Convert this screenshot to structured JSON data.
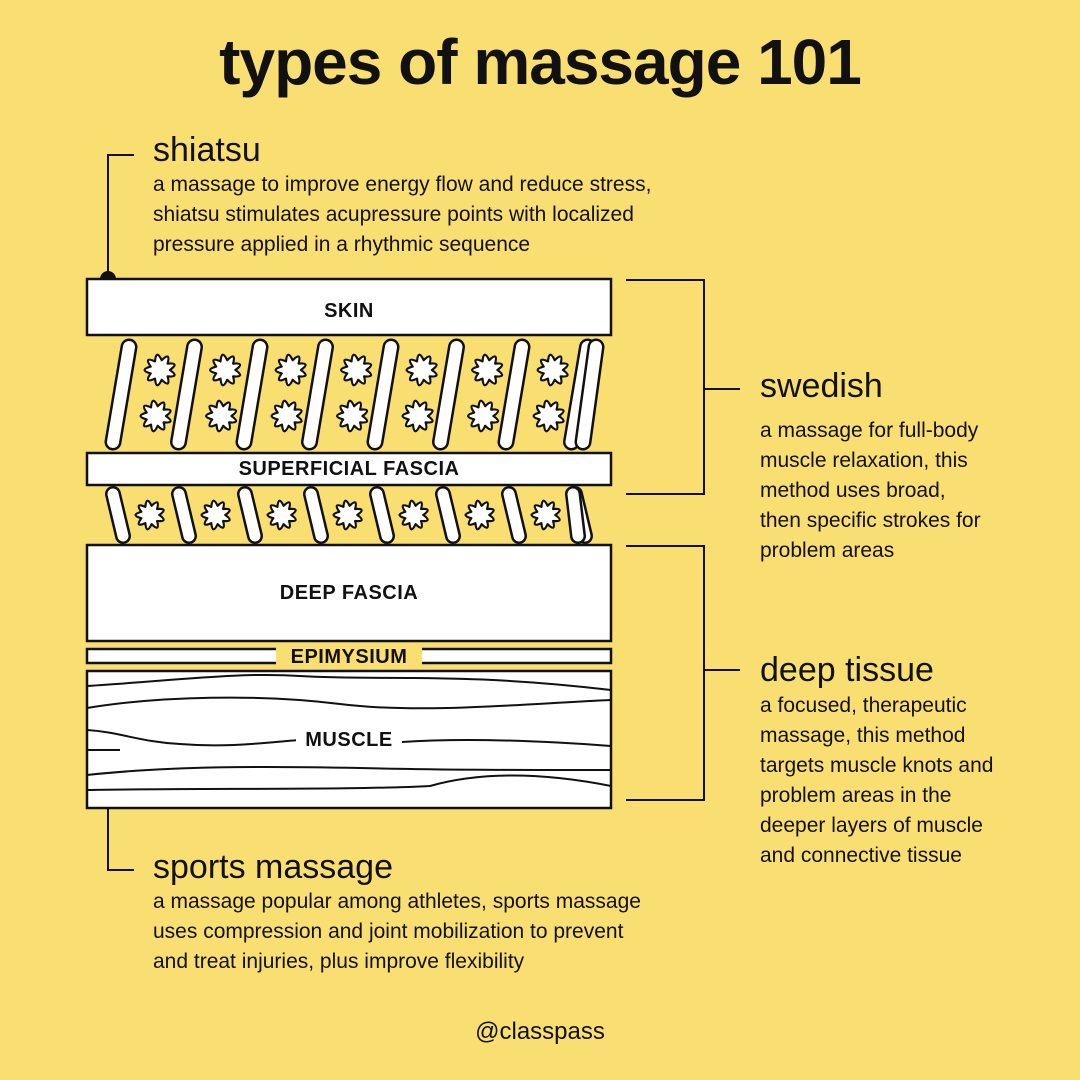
{
  "title": "types of massage 101",
  "handle": "@classpass",
  "colors": {
    "background": "#f9de72",
    "ink": "#111111",
    "fill": "#ffffff"
  },
  "layers": {
    "skin": "SKIN",
    "superficial_fascia": "SUPERFICIAL FASCIA",
    "deep_fascia": "DEEP FASCIA",
    "epimysium": "EPIMYSIUM",
    "muscle": "MUSCLE"
  },
  "types": {
    "shiatsu": {
      "heading": "shiatsu",
      "lines": [
        "a massage to improve energy flow and reduce stress,",
        "shiatsu stimulates acupressure points with localized",
        "pressure applied in a rhythmic sequence"
      ]
    },
    "swedish": {
      "heading": "swedish",
      "lines": [
        "a massage for full-body",
        "muscle relaxation, this",
        "method uses broad,",
        "then specific strokes for",
        "problem areas"
      ]
    },
    "deep_tissue": {
      "heading": "deep tissue",
      "lines": [
        "a focused, therapeutic",
        "massage, this method",
        "targets muscle knots and",
        "problem areas in the",
        "deeper layers of muscle",
        "and connective tissue"
      ]
    },
    "sports": {
      "heading": "sports massage",
      "lines": [
        "a massage popular among athletes, sports massage",
        "uses compression and joint mobilization to prevent",
        "and treat injuries, plus improve flexibility"
      ]
    }
  }
}
